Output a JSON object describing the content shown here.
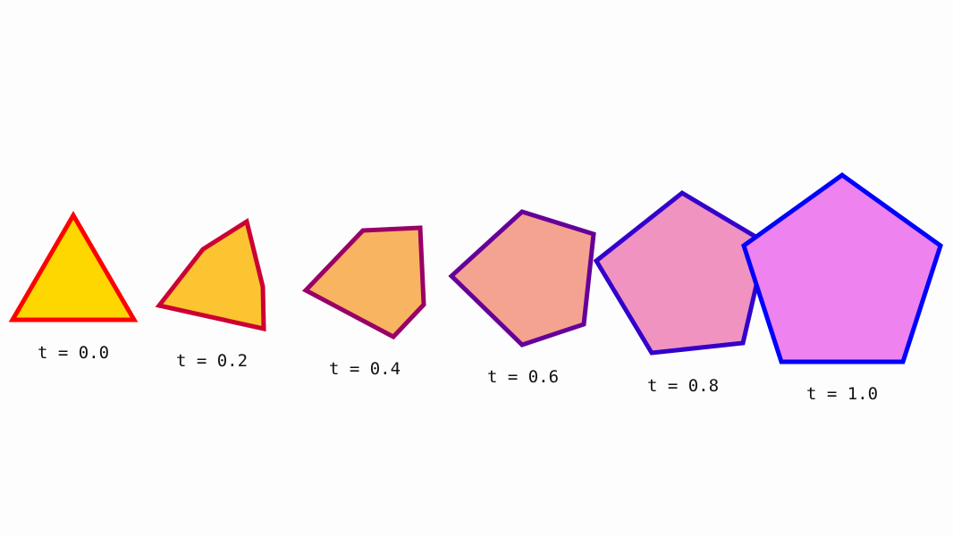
{
  "stages": [
    {
      "t_label": "t = 0.0",
      "fill": "#ffd700",
      "stroke": "#ff0000",
      "sides": 3
    },
    {
      "t_label": "t = 0.2",
      "fill": "#fbc430",
      "stroke": "#cc0033",
      "sides": 5
    },
    {
      "t_label": "t = 0.4",
      "fill": "#f8b460",
      "stroke": "#990066",
      "sides": 5
    },
    {
      "t_label": "t = 0.6",
      "fill": "#f4a390",
      "stroke": "#660099",
      "sides": 5
    },
    {
      "t_label": "t = 0.8",
      "fill": "#f193c0",
      "stroke": "#3300cc",
      "sides": 5
    },
    {
      "t_label": "t = 1.0",
      "fill": "#ee82ee",
      "stroke": "#0000ff",
      "sides": 5
    }
  ]
}
